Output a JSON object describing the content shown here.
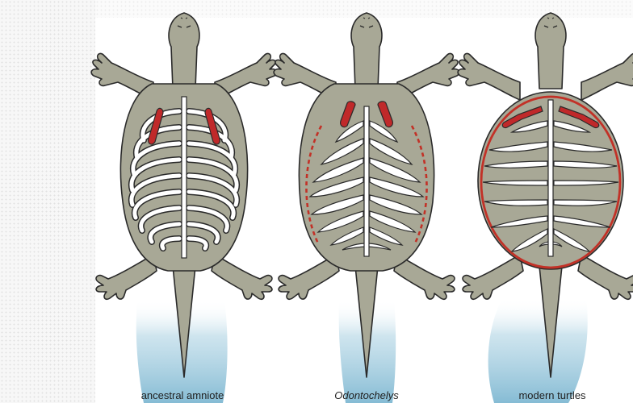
{
  "panels": [
    {
      "caption": "ancestral amniote",
      "italic": false
    },
    {
      "caption": "Odontochelys",
      "italic": true
    },
    {
      "caption": "modern turtles",
      "italic": false
    }
  ],
  "colors": {
    "body": "#a8a896",
    "outline": "#2a2a2a",
    "bone": "#ffffff",
    "scapula": "#c0292a",
    "shell_outline": "#c23127",
    "shadow": "#7fb8d2"
  }
}
